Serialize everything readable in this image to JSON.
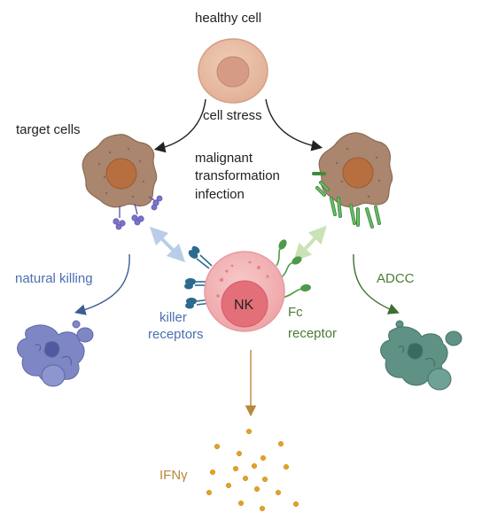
{
  "labels": {
    "healthy_cell": "healthy cell",
    "cell_stress": "cell stress",
    "target_cells": "target cells",
    "stress_causes": [
      "malignant",
      "transformation",
      "infection"
    ],
    "natural_killing": "natural killing",
    "killer_receptors": [
      "killer",
      "receptors"
    ],
    "nk": "NK",
    "fc_receptor": [
      "Fc",
      "receptor"
    ],
    "adcc": "ADCC",
    "ifng": "IFNγ"
  },
  "colors": {
    "healthy_outer": "#e6b9a0",
    "healthy_nucleus": "#d59b85",
    "target_body": "#a9866d",
    "target_nucleus": "#b86f3f",
    "nk_outer": "#f2b3b5",
    "nk_nucleus": "#e36f78",
    "killer_receptor": "#2c6a8f",
    "ligand": "#7b73c9",
    "fc_receptor": "#4e9a4c",
    "antibody": "#58a85a",
    "apoptotic_left": "#7e87c4",
    "apoptotic_right": "#5f9184",
    "ifng_dot": "#e0a328",
    "ifng_arrow": "#b8873b",
    "natural_killing_arrow": "#3b5e93",
    "adcc_arrow": "#3f6e33",
    "left_double_arrow": "#b9cde6",
    "right_double_arrow": "#c9e3b5"
  }
}
